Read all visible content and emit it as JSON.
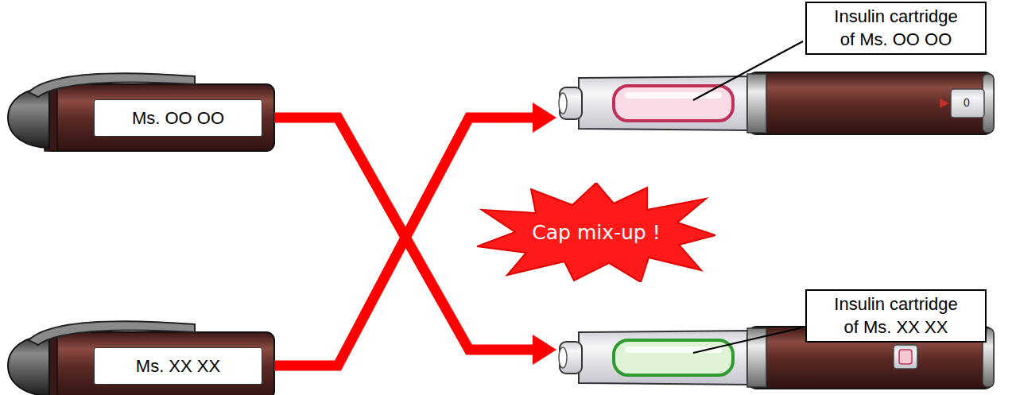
{
  "diagram": {
    "nodes": [
      {
        "text": [
          "Ms. OO OO"
        ]
      },
      {
        "text": [
          "Insulin cartridge of Ms. OO OO"
        ]
      },
      {
        "text": [
          "Cap mix-up !"
        ]
      },
      {
        "text": [
          "Ms. XX XX"
        ]
      },
      {
        "text": [
          "Insulin cartridge of Ms. XX XX"
        ]
      }
    ],
    "edges": [
      {
        "from": 0,
        "to": 4,
        "arrow": "to"
      },
      {
        "from": 3,
        "to": 1,
        "arrow": "to"
      }
    ],
    "labels": [
      "0"
    ]
  }
}
